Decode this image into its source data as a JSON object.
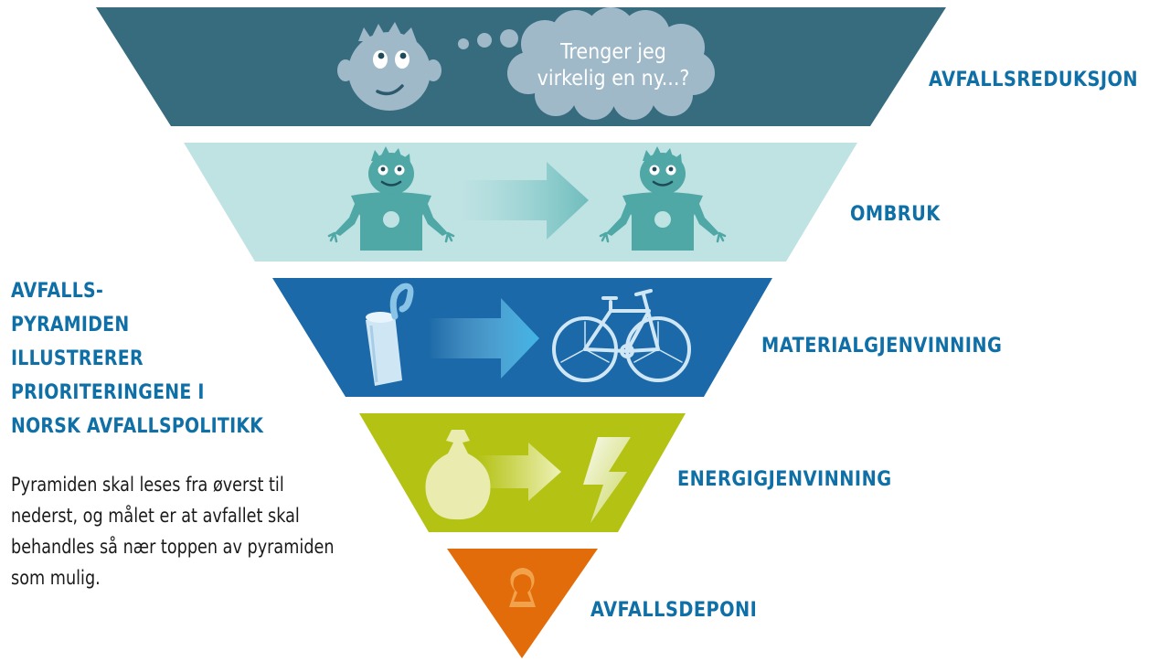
{
  "colors": {
    "tier1": "#376c7f",
    "tier2": "#bfe2e3",
    "tier3": "#1b69a8",
    "tier4": "#b3c213",
    "tier5": "#e36c0a",
    "label_text": "#0f6fa7",
    "body_text": "#1a1a1a"
  },
  "tiers": [
    {
      "label": "AVFALLSREDUKSJON",
      "icon": "thinking-face-icon"
    },
    {
      "label": "OMBRUK",
      "icon": "reuse-children-icon"
    },
    {
      "label": "MATERIALGJENVINNING",
      "icon": "can-to-bicycle-icon"
    },
    {
      "label": "ENERGIGJENVINNING",
      "icon": "bag-to-lightning-icon"
    },
    {
      "label": "AVFALLSDEPONI",
      "icon": "keyhole-icon"
    }
  ],
  "thought_bubble": {
    "line1": "Trenger jeg",
    "line2": "virkelig en ny...?"
  },
  "heading": {
    "lines": [
      "AVFALLS-",
      "PYRAMIDEN",
      "ILLUSTRERER",
      "PRIORITERINGENE I",
      "NORSK AVFALLSPOLITIKK"
    ]
  },
  "description": {
    "lines": [
      "Pyramiden skal leses fra øverst til",
      "nederst, og målet er at avfallet skal",
      "behandles så nær toppen av pyramiden",
      "som mulig."
    ]
  }
}
